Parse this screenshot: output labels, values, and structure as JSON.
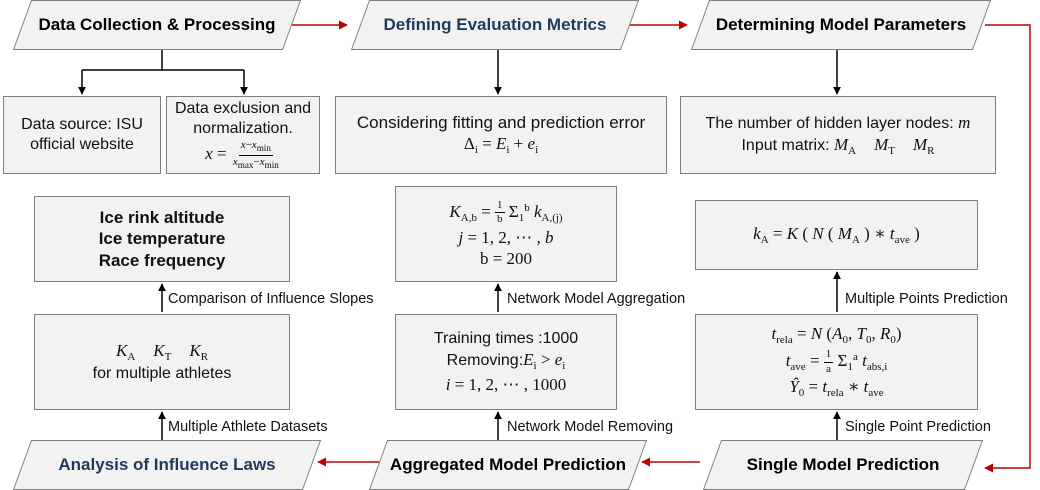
{
  "stages": {
    "collection": "Data Collection & Processing",
    "metrics": "Defining Evaluation Metrics",
    "parameters": "Determining Model Parameters",
    "single": "Single  Model Prediction",
    "aggregated": "Aggregated Model Prediction",
    "laws": "Analysis of Influence Laws"
  },
  "source_box": {
    "line1": "Data source: ISU",
    "line2": "official website"
  },
  "normalize_box": {
    "line1": "Data exclusion and",
    "line2": "normalization."
  },
  "fitting_box": {
    "text": "Considering fitting and prediction error"
  },
  "hidden_box": {
    "line1": "The number of hidden layer nodes:",
    "line2": "Input matrix:"
  },
  "influence_box": {
    "line1": "Ice rink altitude",
    "line2": "Ice temperature",
    "line3": "Race frequency"
  },
  "athletes_box": {
    "line2": "for multiple athletes"
  },
  "aggregate_box": {
    "b_value": "b = 200"
  },
  "training_box": {
    "line1": "Training times :1000",
    "removing_label": "Removing:"
  },
  "edge_labels": {
    "comparison": "Comparison of Influence Slopes",
    "multi_datasets": "Multiple Athlete Datasets",
    "aggregation": "Network Model Aggregation",
    "removing": "Network Model Removing",
    "multi_points": "Multiple Points Prediction",
    "single_point": "Single Point Prediction"
  },
  "colors": {
    "red_arrow": "#c00000",
    "black_arrow": "#000000",
    "stage_text": "#1f3b5c",
    "box_fill": "#f2f2f2",
    "box_border": "#7f7f7f"
  }
}
